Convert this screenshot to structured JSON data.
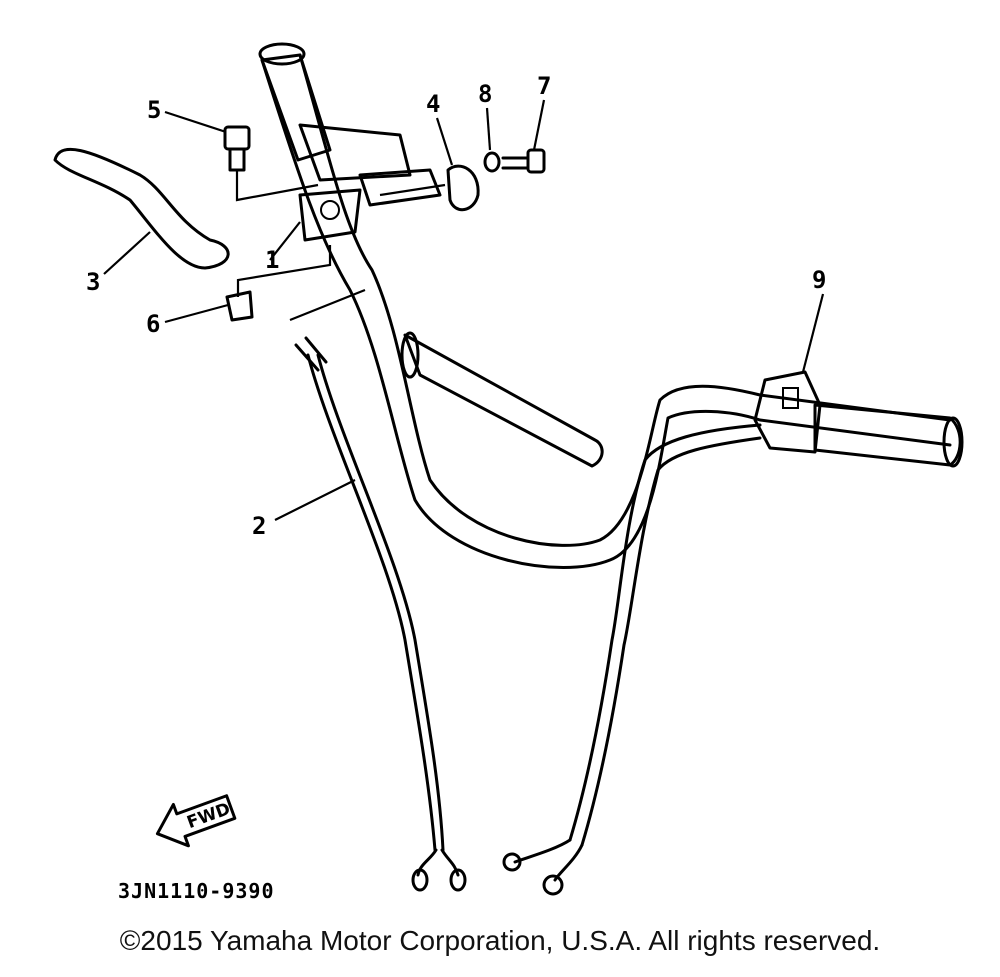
{
  "callouts": [
    "1",
    "2",
    "3",
    "4",
    "5",
    "6",
    "7",
    "8",
    "9"
  ],
  "diagram_code": "3JN1110-9390",
  "fwd_label": "FWD",
  "copyright": "©2015 Yamaha Motor Corporation, U.S.A. All rights reserved."
}
